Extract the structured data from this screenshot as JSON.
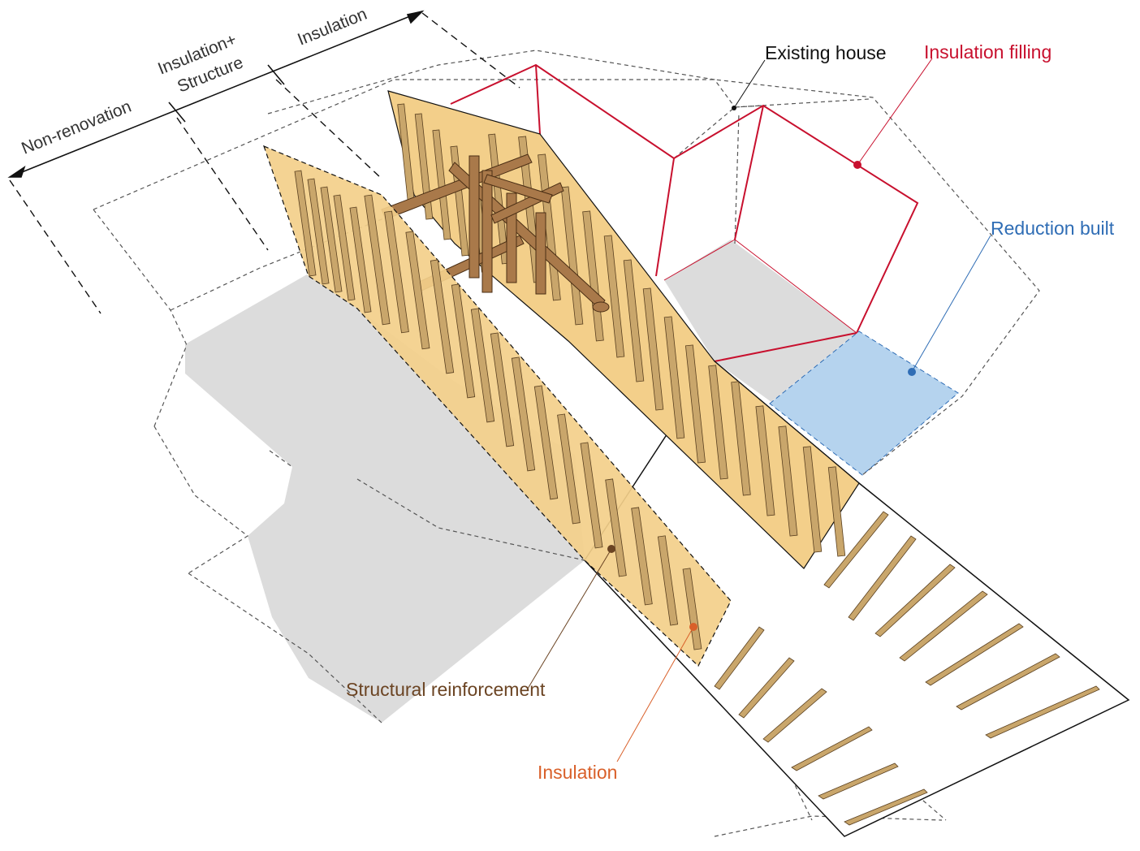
{
  "zones": {
    "non_renovation": "Non-renovation",
    "insulation_structure_line1": "Insulation+",
    "insulation_structure_line2": "Structure",
    "insulation": "Insulation"
  },
  "callouts": {
    "existing_house": "Existing house",
    "insulation_filling": "Insulation filling",
    "reduction_built": "Reduction built",
    "structural_reinforcement": "Structural reinforcement",
    "insulation": "Insulation"
  },
  "colors": {
    "existing_house": "#111111",
    "insulation_filling": "#c8102e",
    "reduction_built": "#2f6db5",
    "structural_reinforcement": "#6b4423",
    "insulation": "#d9602a",
    "insulation_panel": "#f3cf8a",
    "timber": "#c9a66b",
    "floor_gray": "#dcdcdc",
    "reduction_fill": "#b5d3ee"
  }
}
